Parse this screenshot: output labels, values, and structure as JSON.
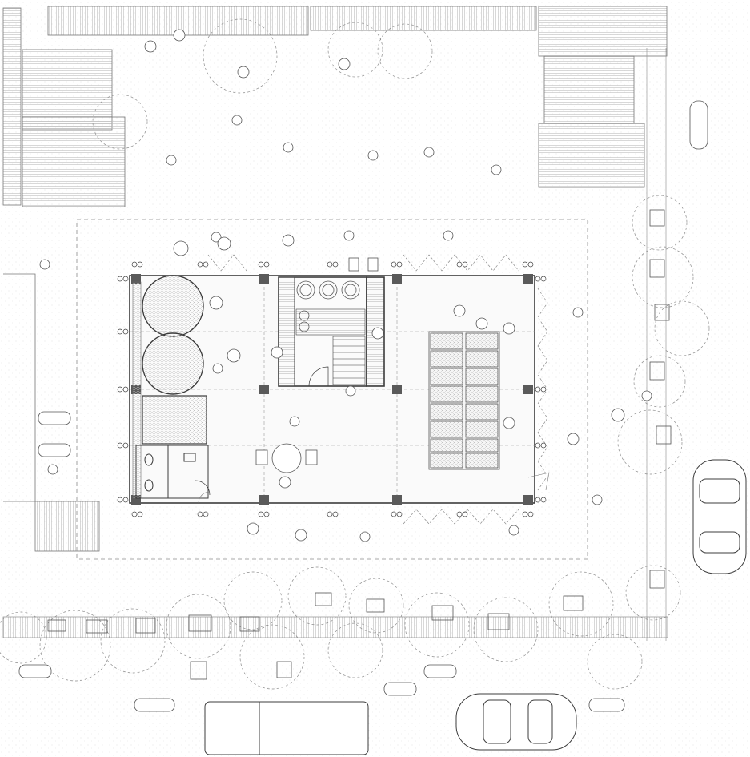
{
  "drawing": {
    "colors": {
      "paper": "#ffffff",
      "ground": "#f3f3f3",
      "line": "#3c3c3c",
      "light_line": "#a6a6a6",
      "dashed": "#8a8a8a",
      "column": "#5a5a5a",
      "roof_hatch": "#c9c9c9",
      "car_fill": "#ffffff"
    },
    "elements": {
      "neighbor_roofs": 6,
      "structural_columns": 12,
      "water_tanks": 2,
      "tree_canopies": 30,
      "cars": 4,
      "motorbikes": 8,
      "people": 40,
      "market_stalls": 12
    }
  }
}
